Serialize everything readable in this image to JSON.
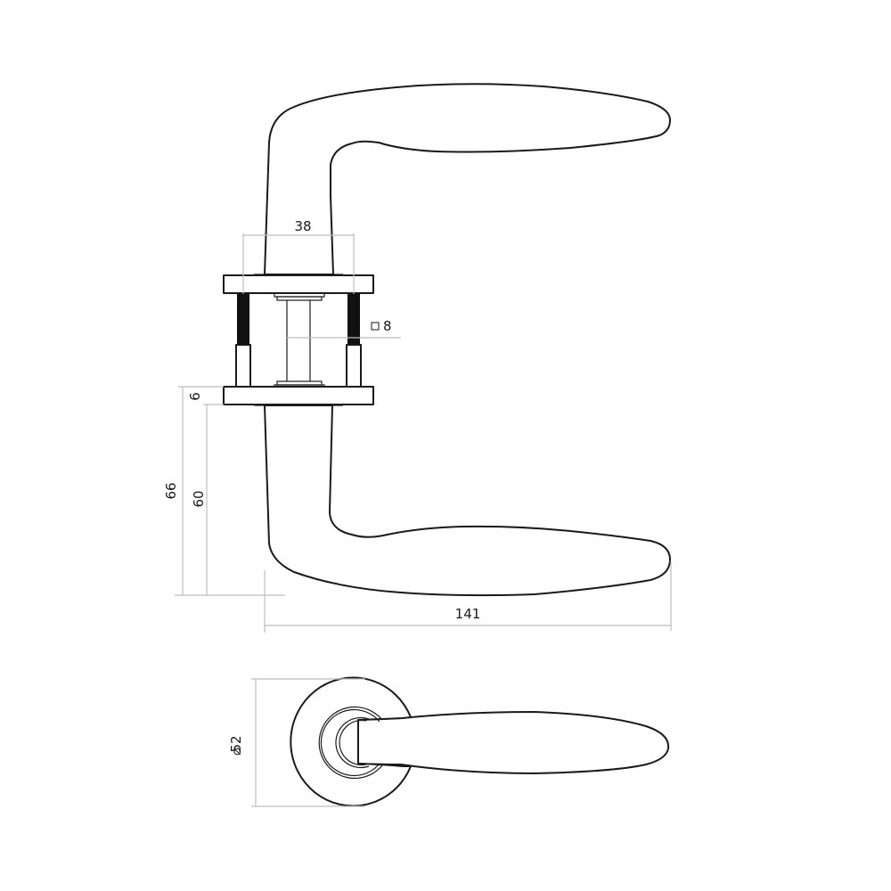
{
  "drawing": {
    "subject": "door-lever-handle-set",
    "colors": {
      "outline": "#1a1a1a",
      "dimension_line": "#bdbdbd",
      "background": "#ffffff"
    },
    "side_view": {
      "dimensions": {
        "rose_width": "38",
        "spindle_square": "8",
        "rose_thickness": "6",
        "height_total": "66",
        "height_lever": "60",
        "lever_length": "141"
      },
      "spindle_square_symbol": "□"
    },
    "top_view": {
      "dimensions": {
        "rose_diameter": "52"
      },
      "diameter_symbol": "⌀"
    }
  }
}
